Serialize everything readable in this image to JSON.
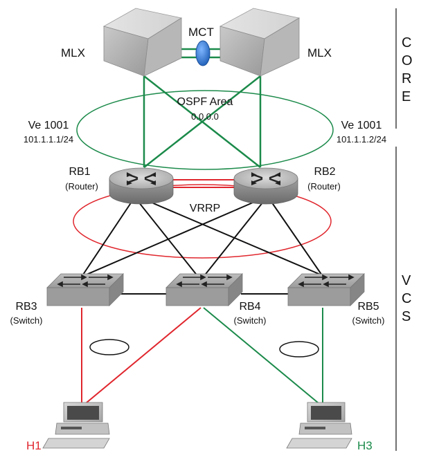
{
  "core": {
    "left_label": "MLX",
    "right_label": "MLX",
    "mct_label": "MCT",
    "ospf_title": "OSPF Area",
    "ospf_area": "0.0.0.0",
    "left_ve": "Ve 1001",
    "left_ip": "101.1.1.1/24",
    "right_ve": "Ve 1001",
    "right_ip": "101.1.1.2/24"
  },
  "routers": {
    "rb1_name": "RB1",
    "rb1_role": "(Router)",
    "rb2_name": "RB2",
    "rb2_role": "(Router)",
    "vrrp_label": "VRRP"
  },
  "switches": {
    "rb3_name": "RB3",
    "rb3_role": "(Switch)",
    "rb4_name": "RB4",
    "rb4_role": "(Switch)",
    "rb5_name": "RB5",
    "rb5_role": "(Switch)"
  },
  "hosts": {
    "h1_label": "H1",
    "h3_label": "H3"
  },
  "side_labels": {
    "core_letters": [
      "C",
      "O",
      "R",
      "E"
    ],
    "vcs_letters": [
      "V",
      "C",
      "S"
    ]
  },
  "colors": {
    "green": "#1b8a4a",
    "red": "#e0262d",
    "blue": "#2f6fc0",
    "black": "#111111"
  }
}
